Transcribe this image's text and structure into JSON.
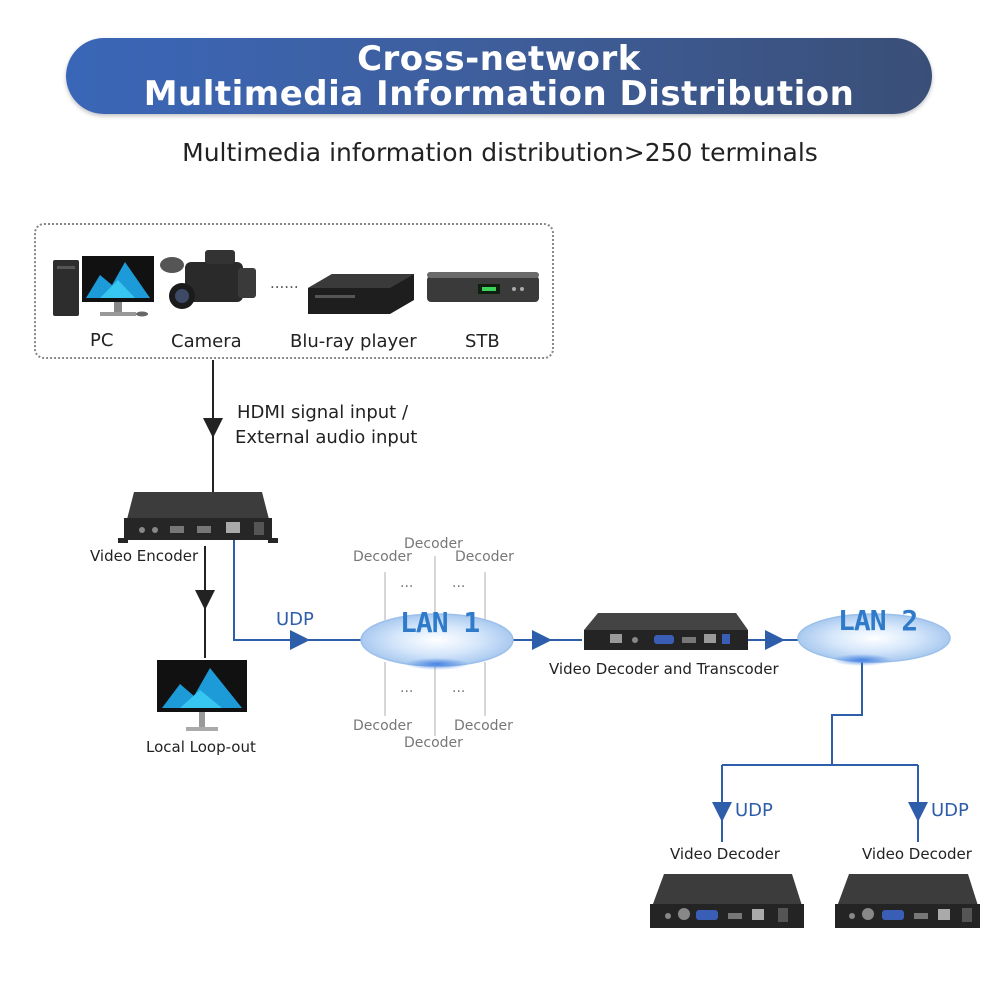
{
  "banner": {
    "line1": "Cross-network",
    "line2": "Multimedia Information Distribution"
  },
  "subtitle": "Multimedia information distribution>250 terminals",
  "sources": {
    "pc": "PC",
    "camera": "Camera",
    "dots": "......",
    "bluray": "Blu-ray player",
    "stb": "STB"
  },
  "input_label": {
    "line1": "HDMI signal input /",
    "line2": "External audio input"
  },
  "encoder_label": "Video Encoder",
  "loopout_label": "Local Loop-out",
  "udp": "UDP",
  "lan1": "LAN 1",
  "lan2": "LAN 2",
  "decoder": "Decoder",
  "ellipsis": "...",
  "transcoder_label": "Video Decoder and Transcoder",
  "video_decoder_label": "Video Decoder",
  "colors": {
    "banner_start": "#3a66b8",
    "banner_end": "#3a4f78",
    "flow_line": "#2e5eaa",
    "lan_text": "#2f7bc9",
    "device_body": "#2b2b2b"
  }
}
